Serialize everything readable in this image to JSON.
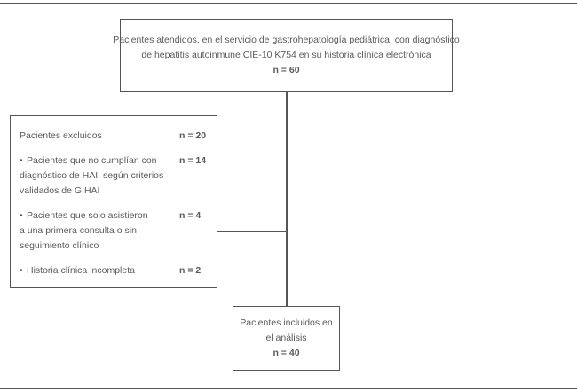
{
  "figure": {
    "type": "flow-diagram",
    "language": "es",
    "text_color": "#5a5a5a",
    "border_color": "#555555",
    "background": "#ffffff"
  },
  "nodes": {
    "screened": {
      "name": "screened-patients",
      "lines": [
        "Pacientes atendidos, en el servicio de gastrohepatología pediátrica, con diagnóstico",
        "de hepatitis autoinmune CIE-10 K754 en su historia clínica electrónica"
      ],
      "count": "n = 60"
    },
    "excluded": {
      "name": "excluded-patients",
      "header_label": "Pacientes excluidos",
      "header_count": "n = 20",
      "reasons": [
        {
          "bullet": "•",
          "lines": [
            "Pacientes que no cumplían con",
            "diagnóstico de HAI, según criterios",
            "validados de GIHAI"
          ],
          "count": "n = 14"
        },
        {
          "bullet": "•",
          "lines": [
            "Pacientes que solo asistieron",
            "a una primera consulta o sin",
            "seguimiento clínico"
          ],
          "count": "n = 4"
        },
        {
          "bullet": "•",
          "lines": [
            "Historia clínica incompleta"
          ],
          "count": "n = 2"
        }
      ]
    },
    "included": {
      "name": "included-patients",
      "lines": [
        "Pacientes incluidos en",
        "el análisis"
      ],
      "count": "n = 40"
    }
  },
  "chart_data": {
    "type": "flowchart",
    "title": "",
    "stages": [
      {
        "label": "Pacientes atendidos con diagnóstico de hepatitis autoinmune CIE-10 K754",
        "n": 60
      },
      {
        "label": "Pacientes excluidos",
        "n": 20
      },
      {
        "label": "Pacientes que no cumplían con diagnóstico de HAI, según criterios validados de GIHAI",
        "n": 14
      },
      {
        "label": "Pacientes que solo asistieron a una primera consulta o sin seguimiento clínico",
        "n": 4
      },
      {
        "label": "Historia clínica incompleta",
        "n": 2
      },
      {
        "label": "Pacientes incluidos en el análisis",
        "n": 40
      }
    ]
  }
}
